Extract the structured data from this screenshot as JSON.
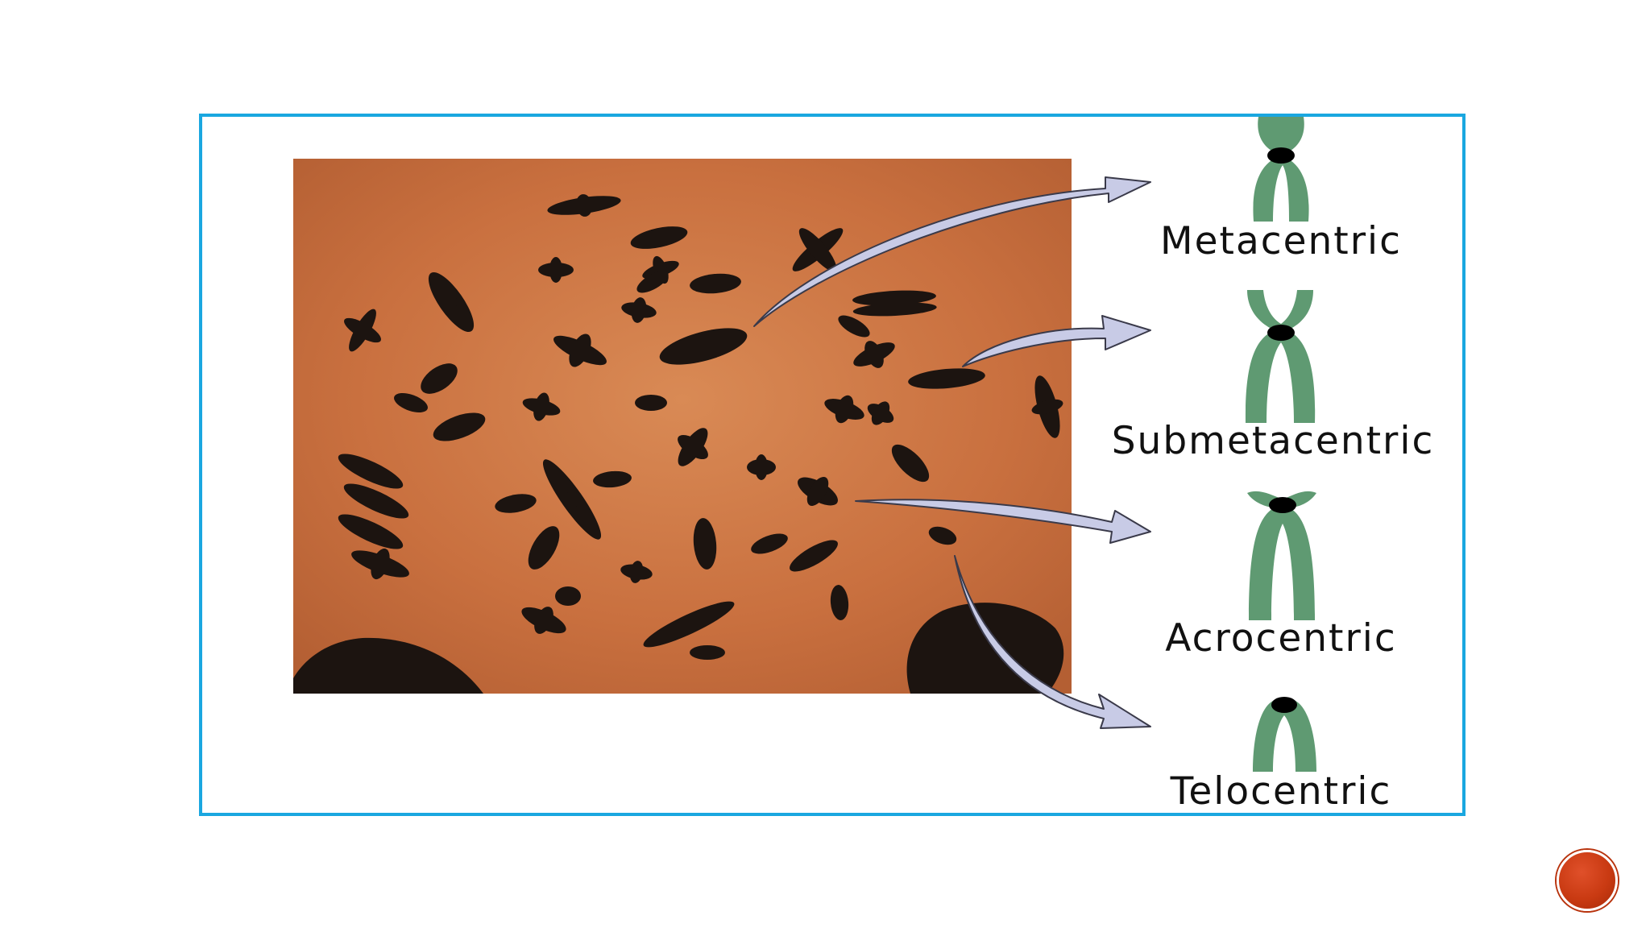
{
  "slide": {
    "diagram": {
      "labels": {
        "metacentric": "Metacentric",
        "submetacentric": "Submetacentric",
        "acrocentric": "Acrocentric",
        "telocentric": "Telocentric"
      },
      "colors": {
        "frame_border": "#1aa7e0",
        "photo_background": "#c9703f",
        "chromosome_dark": "#1c1410",
        "chromosome_green": "#5f9a72",
        "centromere": "#000000",
        "arrow_fill": "#c8cbe6",
        "nav_button": "#c93a12"
      }
    }
  }
}
